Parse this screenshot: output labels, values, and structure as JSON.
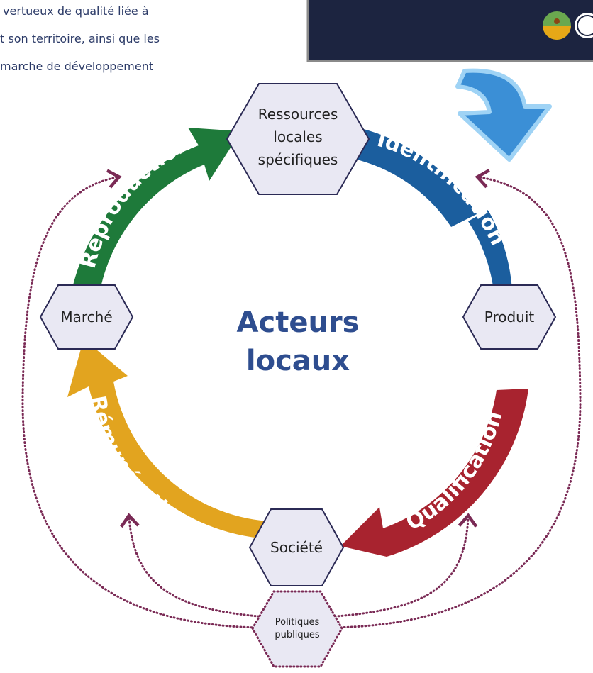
{
  "intro": {
    "lines": [
      "vertueux de qualité liée à",
      "t son territoire, ainsi que les",
      "marche de développement"
    ]
  },
  "center": {
    "line1": "Acteurs",
    "line2": "locaux"
  },
  "nodes": {
    "ressources": [
      "Ressources",
      "locales",
      "spécifiques"
    ],
    "produit": "Produit",
    "societe": "Société",
    "marche": "Marché",
    "politiques": [
      "Politiques",
      "publiques"
    ]
  },
  "stages": {
    "identification": "Identification",
    "qualification": "Qualification",
    "remuneration": "Rémunération",
    "reproduction": "Reproduction"
  },
  "colors": {
    "identification": "#1b5e9e",
    "qualification": "#a8232f",
    "remuneration": "#e2a41f",
    "reproduction": "#1e7a3a",
    "hexagon_fill": "#e9e8f3",
    "hexagon_stroke": "#2b2a55",
    "dotted": "#7a2a55",
    "banner": "#1c2440",
    "pointer_arrow": "#3b8fd6"
  },
  "icons": [
    "quality-origin-logo-icon",
    "fao-logo-icon",
    "pointer-arrow-icon"
  ]
}
